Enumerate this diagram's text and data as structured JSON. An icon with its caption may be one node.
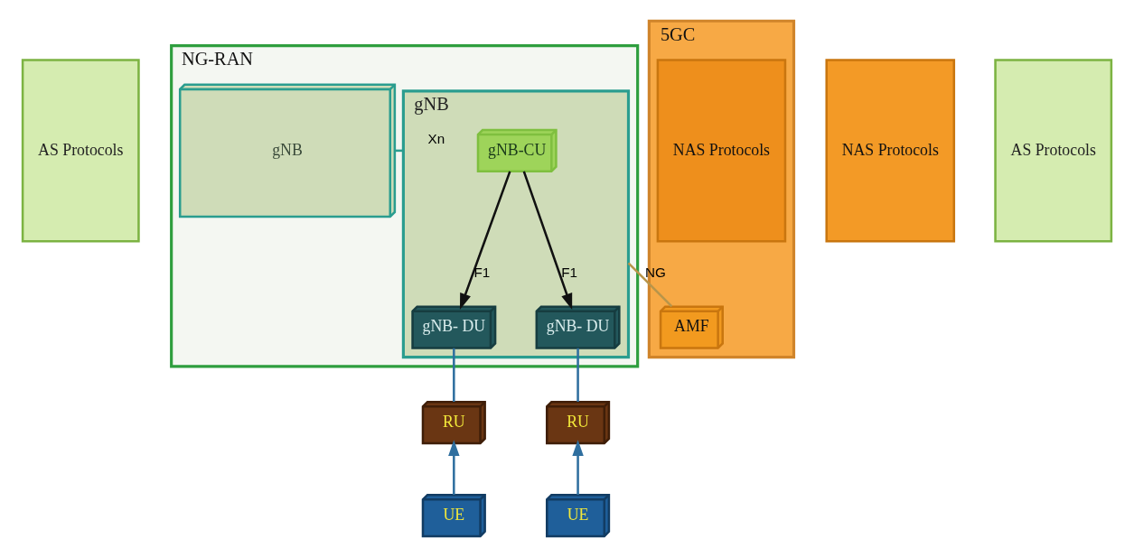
{
  "diagram": {
    "nodes": [
      {
        "text": [
          "AS Protocols"
        ]
      },
      {
        "text": [
          "NG-RAN"
        ]
      },
      {
        "text": [
          "gNB"
        ],
        "in": 1
      },
      {
        "text": [
          "gNB"
        ],
        "in": 1
      },
      {
        "text": [
          "gNB-CU"
        ],
        "in": 3
      },
      {
        "text": [
          "gNB- DU"
        ],
        "in": 3
      },
      {
        "text": [
          "gNB- DU"
        ],
        "in": 3
      },
      {
        "text": [
          "5GC"
        ]
      },
      {
        "text": [
          "AMF"
        ],
        "in": 7
      },
      {
        "text": [
          "NAS Protocols"
        ],
        "in": 7
      },
      {
        "text": [
          "NAS Protocols"
        ]
      },
      {
        "text": [
          "RU"
        ]
      },
      {
        "text": [
          "RU"
        ]
      },
      {
        "text": [
          "UE"
        ]
      },
      {
        "text": [
          "UE"
        ]
      },
      {
        "text": [
          "AS Protocols"
        ]
      }
    ],
    "edges": [
      {
        "from": 2,
        "to": 3,
        "arrow": "none",
        "label": "Xn",
        "color": "#2a9d8f"
      },
      {
        "from": 4,
        "to": 5,
        "arrow": "to",
        "label": "F1",
        "color": "#111111"
      },
      {
        "from": 4,
        "to": 6,
        "arrow": "to",
        "label": "F1",
        "color": "#111111"
      },
      {
        "from": 3,
        "to": 8,
        "arrow": "none",
        "label": "NG",
        "color": "#b8954a"
      },
      {
        "from": 5,
        "to": 11,
        "arrow": "none",
        "color": "#2f6f9f"
      },
      {
        "from": 6,
        "to": 12,
        "arrow": "none",
        "color": "#2f6f9f"
      },
      {
        "from": 13,
        "to": 11,
        "arrow": "to",
        "color": "#2f6f9f"
      },
      {
        "from": 14,
        "to": 12,
        "arrow": "to",
        "color": "#2f6f9f"
      }
    ]
  }
}
